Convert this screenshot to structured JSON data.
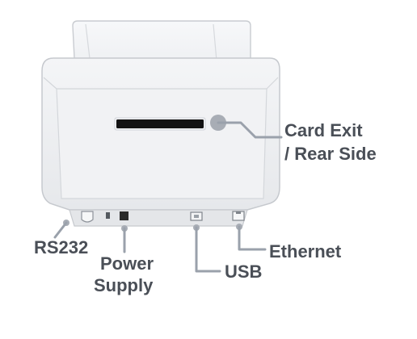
{
  "labels": {
    "card_exit_line1": "Card Exit",
    "card_exit_line2": "/ Rear Side",
    "rs232": "RS232",
    "power_line1": "Power",
    "power_line2": "Supply",
    "usb": "USB",
    "ethernet": "Ethernet"
  },
  "colors": {
    "label_text": "#4a4f57",
    "callout_line": "#9aa1ab",
    "callout_dot": "#a8adb5",
    "printer_body": "#eceef1",
    "printer_outline": "#c9ccd1",
    "card_slot": "#121212"
  }
}
